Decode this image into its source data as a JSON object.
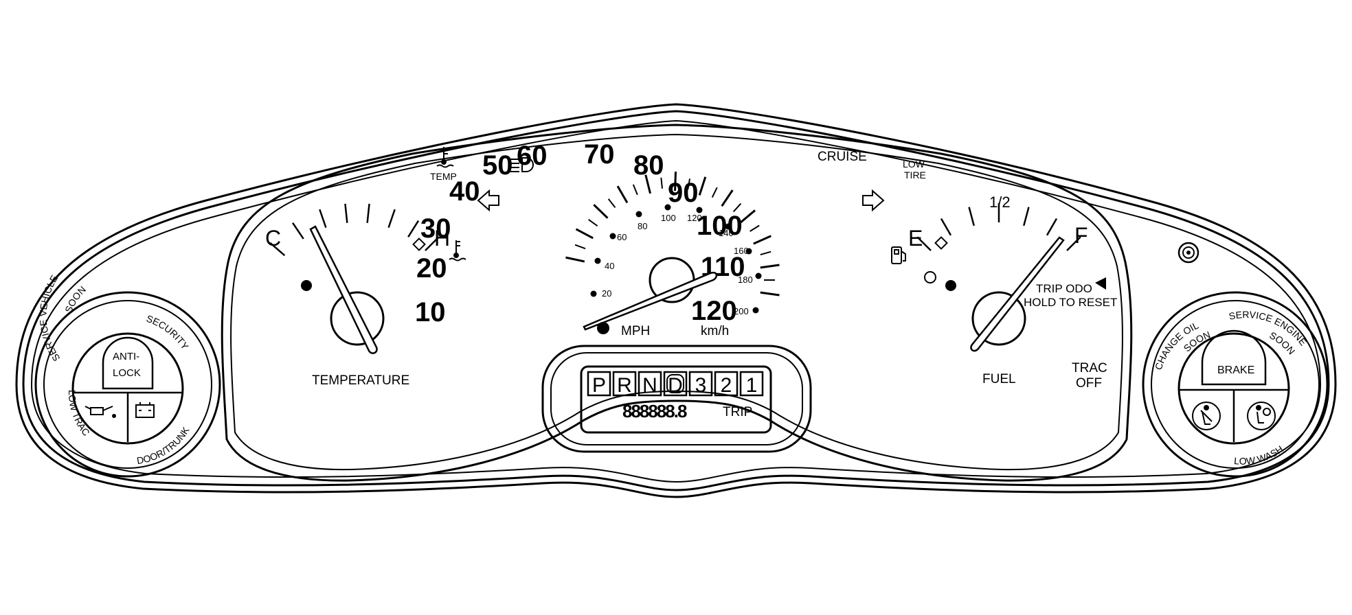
{
  "temperature_gauge": {
    "cold_label": "C",
    "hot_label": "H",
    "name": "TEMPERATURE"
  },
  "speedometer": {
    "mph_ticks": [
      "10",
      "20",
      "30",
      "40",
      "50",
      "60",
      "70",
      "80",
      "90",
      "100",
      "110",
      "120"
    ],
    "kmh_ticks": [
      "20",
      "40",
      "60",
      "80",
      "100",
      "120",
      "140",
      "160",
      "180",
      "200"
    ],
    "mph_unit": "MPH",
    "kmh_unit": "km/h"
  },
  "fuel_gauge": {
    "empty_label": "E",
    "half_label": "1/2",
    "full_label": "F",
    "name": "FUEL"
  },
  "indicators": {
    "temp": "TEMP",
    "cruise": "CRUISE",
    "low_tire": [
      "LOW",
      "TIRE"
    ],
    "trip_odo": "TRIP ODO",
    "hold_to_reset": "HOLD TO RESET",
    "trac_off": [
      "TRAC",
      "OFF"
    ]
  },
  "display": {
    "gears": [
      "P",
      "R",
      "N",
      "D",
      "3",
      "2",
      "1"
    ],
    "selected_gear": "D",
    "odometer": "888888.8",
    "trip_label": "TRIP"
  },
  "left_pod": {
    "top_button": [
      "ANTI-",
      "LOCK"
    ],
    "service_vehicle": "SERVICE VEHICLE",
    "soon": "SOON",
    "security": "SECURITY",
    "low_trac": "LOW TRAC",
    "door_trunk": "DOOR/TRUNK",
    "icons": [
      "oil-can-icon",
      "battery-icon"
    ]
  },
  "right_pod": {
    "top_button": "BRAKE",
    "change_oil": "CHANGE OIL",
    "change_oil_soon": "SOON",
    "service_engine": "SERVICE ENGINE",
    "service_engine_soon": "SOON",
    "low_wash": "LOW WASH",
    "icons": [
      "seatbelt-icon",
      "airbag-icon"
    ]
  }
}
